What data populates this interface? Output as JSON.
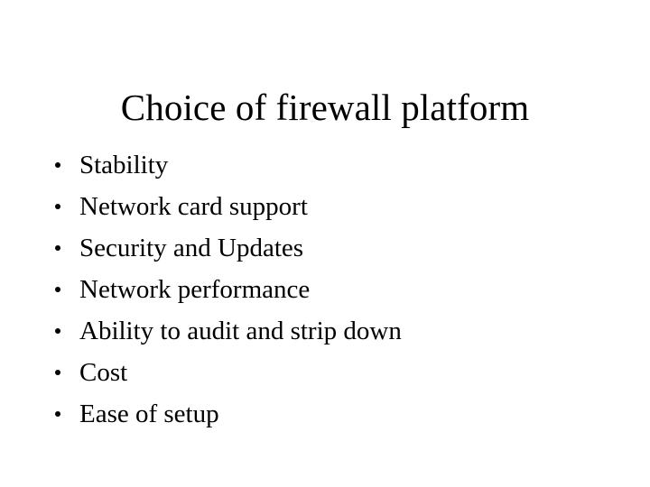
{
  "slide": {
    "title": "Choice of firewall platform",
    "background_color": "#ffffff",
    "text_color": "#000000",
    "bullet_glyph": "bullet-dot",
    "bullets": [
      {
        "label": "Stability"
      },
      {
        "label": "Network card support"
      },
      {
        "label": "Security and Updates"
      },
      {
        "label": "Network performance"
      },
      {
        "label": "Ability to audit and strip down"
      },
      {
        "label": "Cost"
      },
      {
        "label": "Ease of setup"
      }
    ]
  }
}
